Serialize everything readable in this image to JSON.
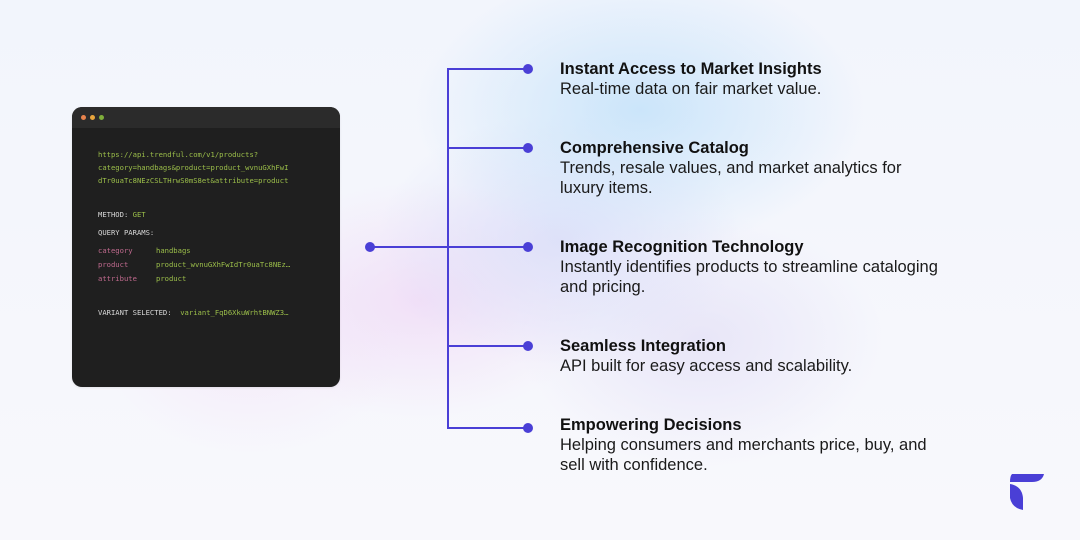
{
  "code_window": {
    "titlebar_dots": [
      {
        "name": "close",
        "color": "#e8834d"
      },
      {
        "name": "minimize",
        "color": "#e8a53d"
      },
      {
        "name": "maximize",
        "color": "#7fae3b"
      }
    ],
    "url_lines": [
      "https://api.trendful.com/v1/products?",
      "category=handbags&product=product_wvnuGXhFwI",
      "dTr0uaTc8NEzCSLTHrwS0mS8et&attribute=product"
    ],
    "method_label": "METHOD:",
    "method_value": "GET",
    "query_params_label": "QUERY PARAMS:",
    "params": [
      {
        "key": "category",
        "value": "handbags"
      },
      {
        "key": "product",
        "value": "product_wvnuGXhFwIdTr0uaTc8NEz…"
      },
      {
        "key": "attribute",
        "value": "product"
      }
    ],
    "variant_label": "VARIANT SELECTED:",
    "variant_value": "variant_FqD6XkuWrhtBNWZ3…"
  },
  "connector": {
    "color": "#4a3fd6"
  },
  "features": [
    {
      "title": "Instant Access to Market Insights",
      "description_lines": [
        "Real-time data on fair market value."
      ]
    },
    {
      "title": "Comprehensive Catalog",
      "description_lines": [
        "Trends, resale values, and market analytics for",
        "luxury items."
      ]
    },
    {
      "title": "Image Recognition Technology",
      "description_lines": [
        "Instantly identifies products to streamline cataloging",
        "and pricing."
      ]
    },
    {
      "title": "Seamless Integration",
      "description_lines": [
        "API built for easy access and scalability."
      ]
    },
    {
      "title": "Empowering Decisions",
      "description_lines": [
        "Helping consumers and merchants price, buy, and",
        "sell with confidence."
      ]
    }
  ],
  "logo": {
    "icon": "trendful-t-logo",
    "color": "#4a3fd6"
  }
}
